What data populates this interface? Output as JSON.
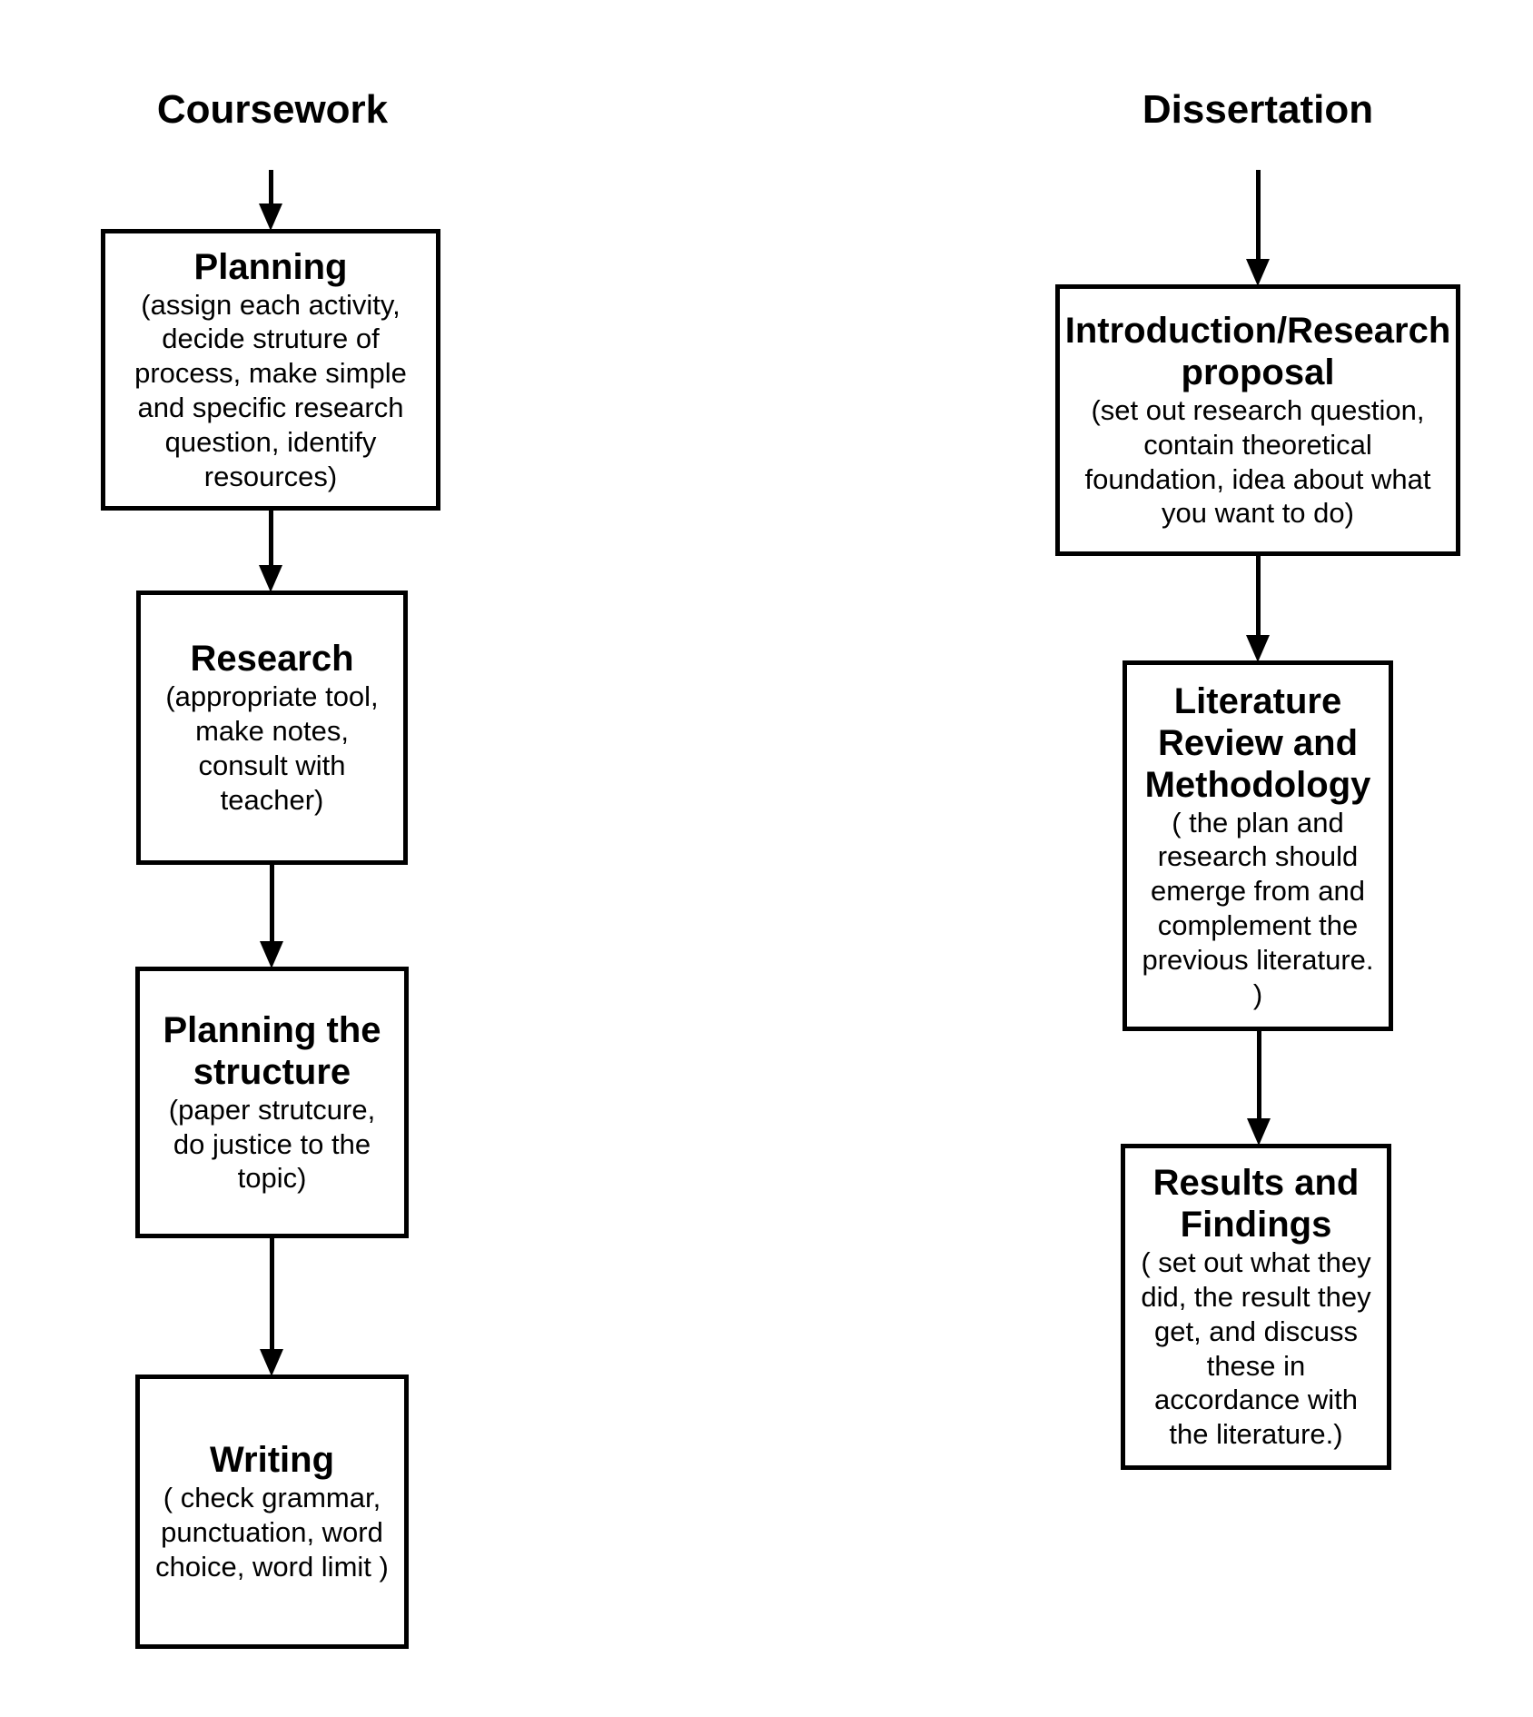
{
  "colors": {
    "background": "#ffffff",
    "text": "#000000",
    "border": "#000000",
    "arrow": "#000000"
  },
  "columns": [
    {
      "title": "Coursework",
      "boxes": [
        {
          "title": "Planning",
          "body": "(assign each activity,\ndecide struture of\nprocess, make simple\nand specific research\nquestion, identify\nresources)"
        },
        {
          "title": "Research",
          "body": "(appropriate tool,\nmake notes,\nconsult with\nteacher)"
        },
        {
          "title": "Planning the\nstructure",
          "body": "(paper strutcure,\ndo justice to the\ntopic)"
        },
        {
          "title": "Writing",
          "body": "( check grammar,\npunctuation, word\nchoice, word limit )"
        }
      ]
    },
    {
      "title": "Dissertation",
      "boxes": [
        {
          "title": "Introduction/Research\nproposal",
          "body": "(set out research question,\ncontain theoretical\nfoundation, idea about what\nyou want to do)"
        },
        {
          "title": "Literature\nReview and\nMethodology",
          "body": "( the plan and\nresearch should\nemerge from and\ncomplement the\nprevious literature.\n)"
        },
        {
          "title": "Results and\nFindings",
          "body": "( set out what they\ndid, the result they\nget, and discuss\nthese in\naccordance with\nthe literature.)"
        }
      ]
    }
  ]
}
